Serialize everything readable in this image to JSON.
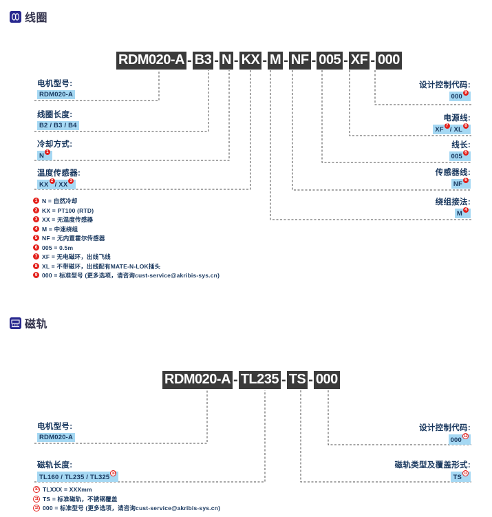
{
  "coil": {
    "header": "线圈",
    "part_number": [
      "RDM020-A",
      "B3",
      "N",
      "KX",
      "M",
      "NF",
      "005",
      "XF",
      "000"
    ],
    "separator": "-",
    "callouts": {
      "motor_model": {
        "label": "电机型号:",
        "value": "RDM020-A"
      },
      "coil_length": {
        "label": "线圈长度:",
        "value": "B2 / B3 / B4"
      },
      "cooling": {
        "label": "冷却方式:",
        "value": "N",
        "sup": "1"
      },
      "temp_sensor": {
        "label": "温度传感器:",
        "v1": "KX",
        "s1": "2",
        "v2": "/ XX",
        "s2": "3"
      },
      "design_code": {
        "label": "设计控制代码:",
        "value": "000",
        "sup": "9"
      },
      "power_cable": {
        "label": "电源线:",
        "v1": "XF",
        "s1": "7",
        "v2": "/ XL",
        "s2": "8"
      },
      "cable_length": {
        "label": "线长:",
        "value": "005",
        "sup": "6"
      },
      "sensor_cable": {
        "label": "传感器线:",
        "value": "NF",
        "sup": "5"
      },
      "winding": {
        "label": "绕组接法:",
        "value": "M",
        "sup": "4"
      }
    },
    "footnotes": [
      {
        "n": "1",
        "t": "N = 自然冷却"
      },
      {
        "n": "2",
        "t": "KX = PT100 (RTD)"
      },
      {
        "n": "3",
        "t": "XX = 无温度传感器"
      },
      {
        "n": "4",
        "t": "M = 中速绕组"
      },
      {
        "n": "5",
        "t": "NF = 无内置霍尔传感器"
      },
      {
        "n": "6",
        "t": "005 = 0.5m"
      },
      {
        "n": "7",
        "t": "XF = 无电磁环，出线飞线"
      },
      {
        "n": "8",
        "t": "XL = 不带磁环，出线配有MATE-N-LOK插头"
      },
      {
        "n": "9",
        "t": "000 = 标准型号 (更多选项，请咨询cust-service@akribis-sys.cn)"
      }
    ]
  },
  "track": {
    "header": "磁轨",
    "part_number": [
      "RDM020-A",
      "TL235",
      "TS",
      "000"
    ],
    "separator": "-",
    "callouts": {
      "motor_model": {
        "label": "电机型号:",
        "value": "RDM020-A"
      },
      "rail_length": {
        "label": "磁轨长度:",
        "value": "TL160 / TL235 / TL325",
        "sup": "10"
      },
      "design_code": {
        "label": "设计控制代码:",
        "value": "000",
        "sup": "12"
      },
      "rail_type": {
        "label": "磁轨类型及覆盖形式:",
        "value": "TS",
        "sup": "11"
      }
    },
    "footnotes": [
      {
        "n": "10",
        "t": "TLXXX = XXXmm"
      },
      {
        "n": "11",
        "t": "TS = 标准磁轨，不锈钢覆盖"
      },
      {
        "n": "12",
        "t": "000 = 标准型号 (更多选项，请咨询cust-service@akribis-sys.cn)"
      }
    ]
  },
  "colors": {
    "highlight": "#a5d8f3",
    "navy_text": "#17365d",
    "block_bg": "#3a3a3a",
    "red_badge": "#e3201b",
    "icon_bg": "#28288f",
    "dash_line": "#4d4d4d"
  }
}
